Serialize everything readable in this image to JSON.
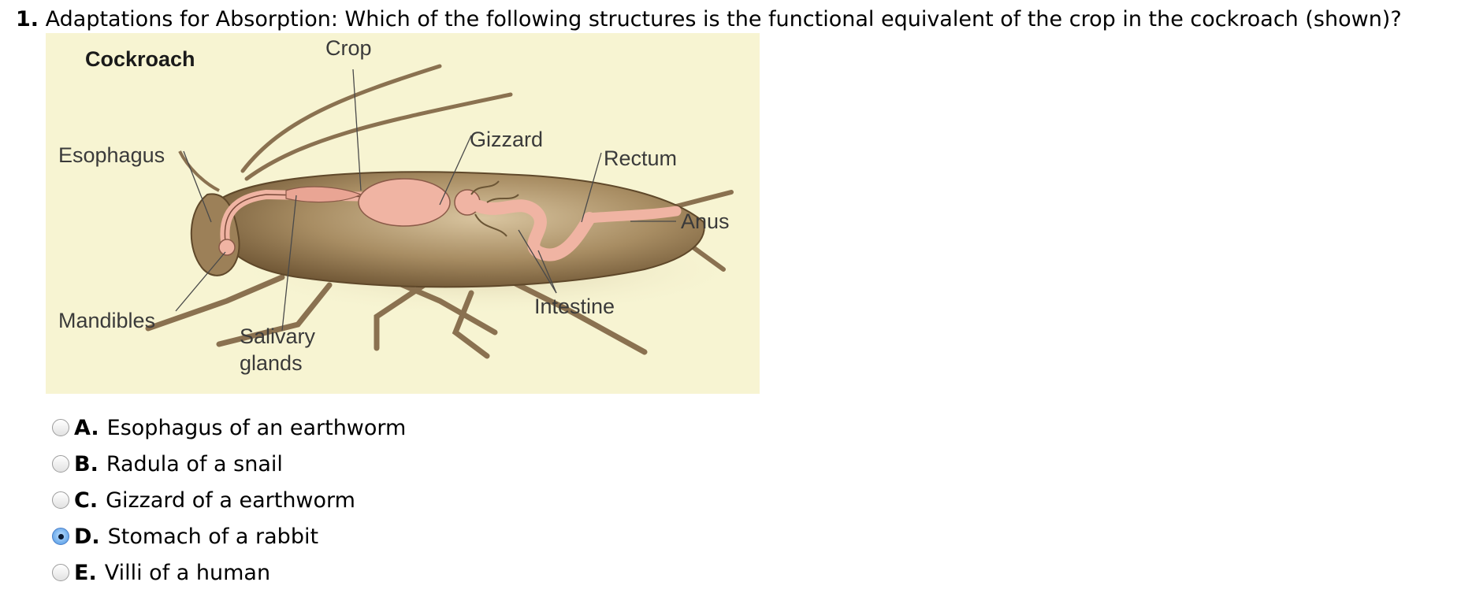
{
  "question": {
    "number": "1.",
    "text": "Adaptations for Absorption: Which of the following structures is the functional equivalent of the crop in the cockroach (shown)?"
  },
  "figure": {
    "title": "Cockroach",
    "labels": {
      "crop": "Crop",
      "esophagus": "Esophagus",
      "gizzard": "Gizzard",
      "rectum": "Rectum",
      "anus": "Anus",
      "intestine": "Intestine",
      "mandibles": "Mandibles",
      "salivary_line1": "Salivary",
      "salivary_line2": "glands"
    }
  },
  "choices": [
    {
      "letter": "A.",
      "text": "Esophagus of an earthworm",
      "selected": false
    },
    {
      "letter": "B.",
      "text": "Radula of a snail",
      "selected": false
    },
    {
      "letter": "C.",
      "text": "Gizzard of a earthworm",
      "selected": false
    },
    {
      "letter": "D.",
      "text": "Stomach of a rabbit",
      "selected": true
    },
    {
      "letter": "E.",
      "text": "Villi of a human",
      "selected": false
    }
  ],
  "colors": {
    "figure_background": "#f7f4d2",
    "body_brown": "#a48a62",
    "gut_pink": "#f0b4a3",
    "radio_selected": "#4a86d6"
  }
}
